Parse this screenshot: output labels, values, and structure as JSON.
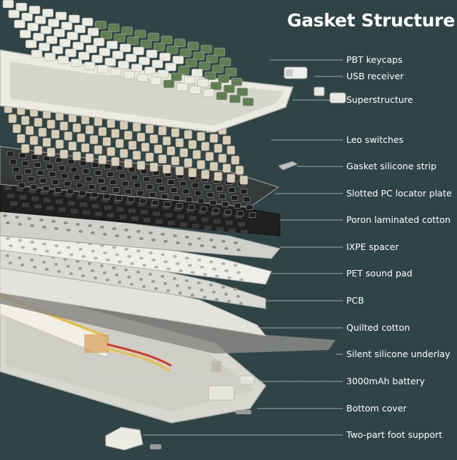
{
  "title": "Gasket Structure",
  "labels": [
    "PBT keycaps",
    "USB receiver",
    "Superstructure",
    "Leo switches",
    "Gasket silicone strip",
    "Slotted PC locator plate",
    "Poron laminated cotton",
    "IXPE spacer",
    "PET sound pad",
    "PCB",
    "Quilted cotton",
    "Silent silicone underlay",
    "3000mAh battery",
    "Bottom cover",
    "Two-part foot support"
  ],
  "colors": {
    "background": "#2f4446",
    "keycap_white": "#ecebe2",
    "keycap_green": "#5f7f52",
    "switch_beige": "#d8cdb6",
    "plate_dark": "#262626",
    "pcb_white": "#e7e7e7",
    "battery_yellow": "#e6c04a"
  }
}
